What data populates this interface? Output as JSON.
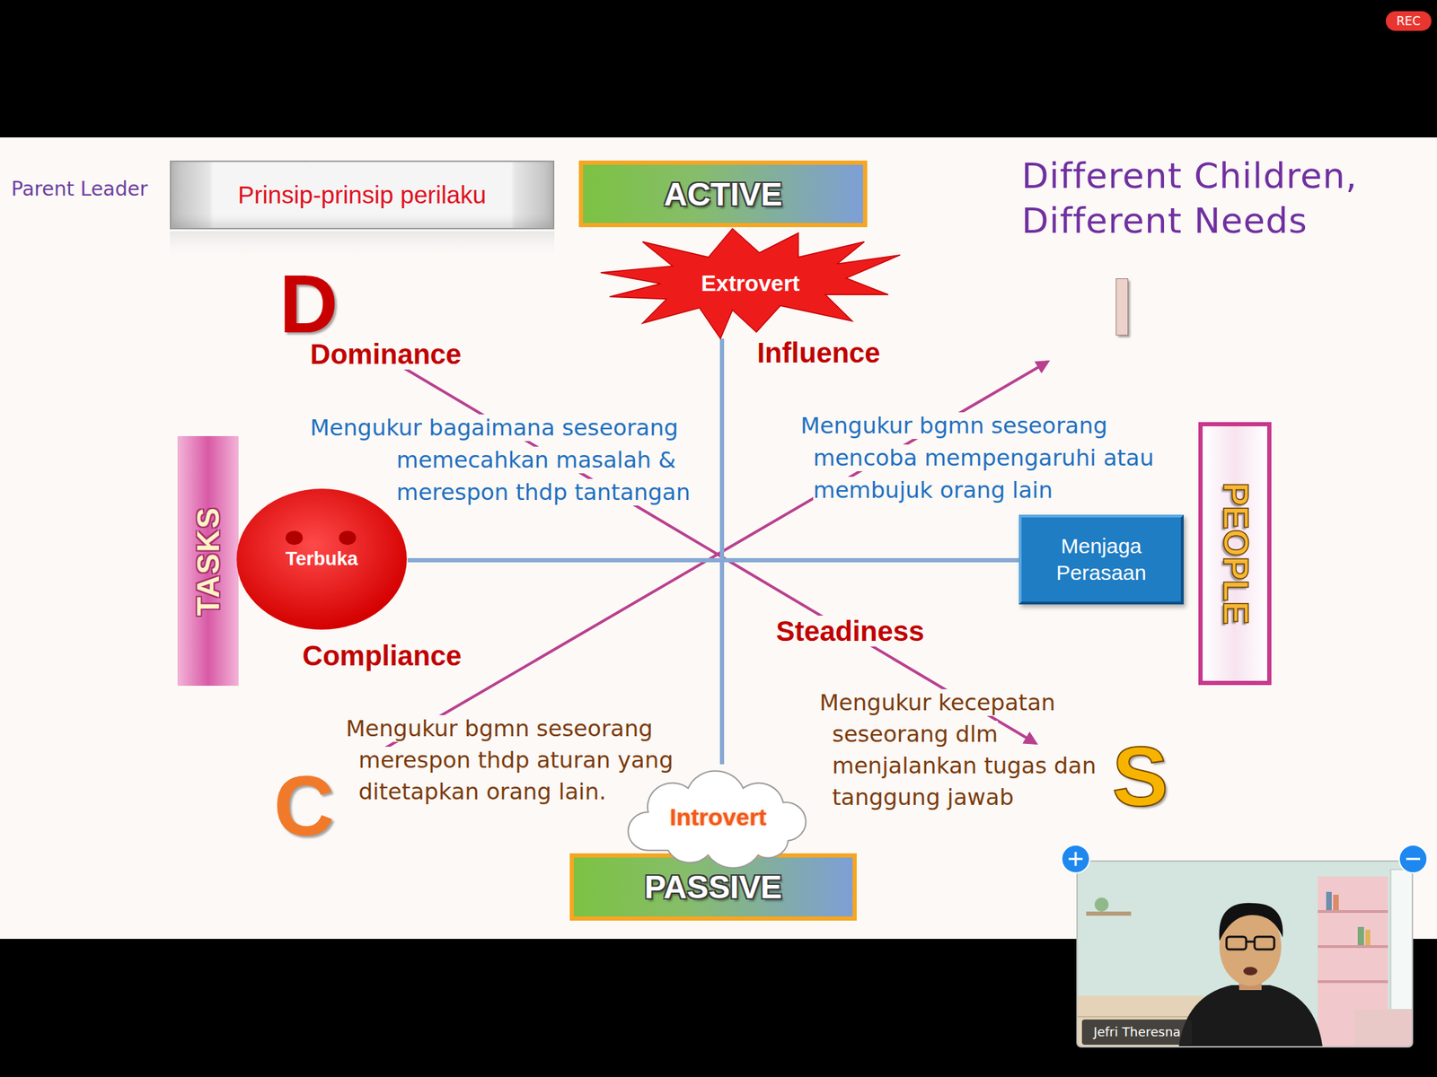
{
  "diagram": {
    "title": "Different Children, Different Needs",
    "nodes": [
      {
        "text": [
          "REC"
        ]
      },
      {
        "text": [
          "Prinsip-prinsip perilaku"
        ]
      },
      {
        "text": [
          "ACTIVE"
        ]
      },
      {
        "text": [
          "Extrovert"
        ]
      },
      {
        "text": [
          "TASKS"
        ]
      },
      {
        "text": [
          "Terbuka"
        ]
      },
      {
        "text": [
          "Menjaga Perasaan"
        ]
      },
      {
        "text": [
          "PEOPLE"
        ]
      },
      {
        "text": [
          "Introvert"
        ]
      },
      {
        "text": [
          "PASSIVE"
        ]
      },
      {
        "text": [
          "Jefri Theresna"
        ]
      }
    ],
    "edges": [
      {
        "from": 3,
        "to": 8,
        "arrow": "none"
      },
      {
        "from": 5,
        "to": 6,
        "arrow": "none"
      }
    ],
    "labels": [
      "Parent Leader",
      "D",
      "Dominance",
      "Influence",
      "I",
      "Mengukur bagaimana seseorang memecahkan masalah & merespon thdp tantangan",
      "Mengukur bgmn seseorang mencoba mempengaruhi atau membujuk orang lain",
      "Steadiness",
      "Compliance",
      "Mengukur bgmn seseorang merespon thdp aturan yang ditetapkan orang lain.",
      "Mengukur kecepatan seseorang dlm menjalankan tugas dan tanggung jawab",
      "C",
      "S"
    ]
  }
}
